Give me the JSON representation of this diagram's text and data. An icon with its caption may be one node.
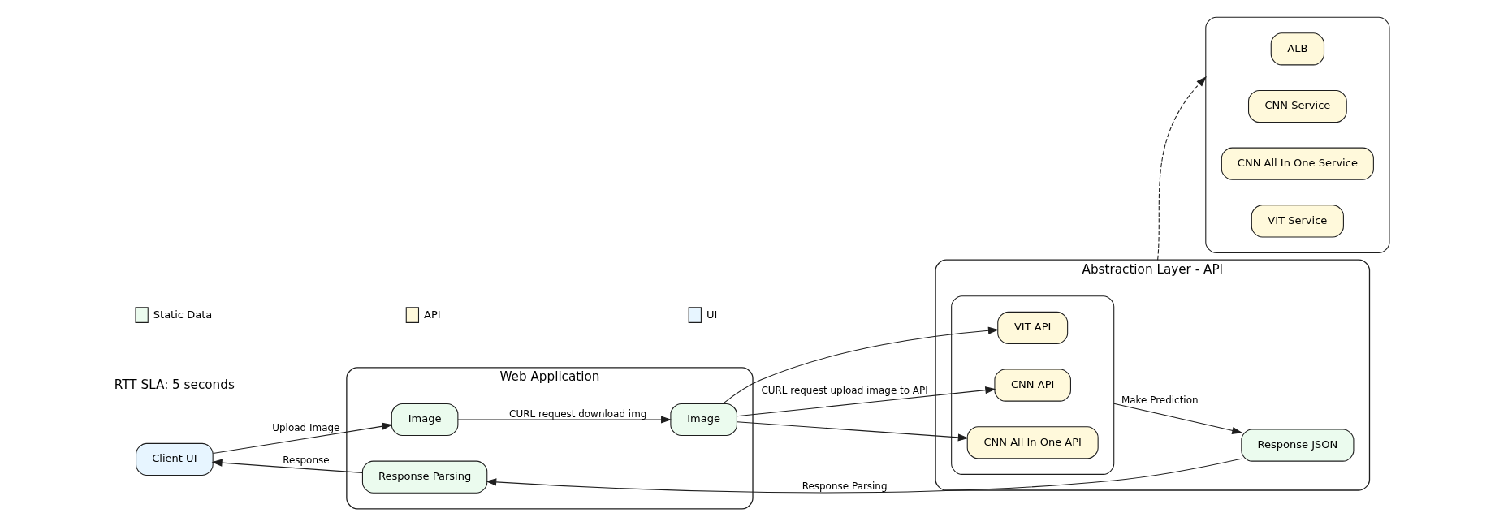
{
  "diagram": {
    "nodes": [
      {
        "text": [
          "Client UI"
        ]
      },
      {
        "text": [
          "Web Application"
        ]
      },
      {
        "text": [
          "Image"
        ],
        "in": 1
      },
      {
        "text": [
          "Image"
        ],
        "in": 1
      },
      {
        "text": [
          "Response Parsing"
        ],
        "in": 1
      },
      {
        "text": [
          "Abstraction Layer - API"
        ]
      },
      {
        "text": [],
        "shape": "box",
        "in": 5
      },
      {
        "text": [
          "CNN API"
        ],
        "in": 6
      },
      {
        "text": [
          "CNN All In One API"
        ],
        "in": 6
      },
      {
        "text": [
          "VIT API"
        ],
        "in": 6
      },
      {
        "text": [
          "Response JSON"
        ],
        "in": 5
      },
      {
        "text": [],
        "shape": "box"
      },
      {
        "text": [
          "ALB"
        ],
        "in": 11
      },
      {
        "text": [
          "CNN Service"
        ],
        "in": 11
      },
      {
        "text": [
          "CNN All In One Service"
        ],
        "in": 11
      },
      {
        "text": [
          "VIT Service"
        ],
        "in": 11
      }
    ],
    "edges": [
      {
        "from": 0,
        "to": 2,
        "arrow": "to",
        "label": "Upload Image"
      },
      {
        "from": 2,
        "to": 3,
        "arrow": "to",
        "label": "CURL request download img"
      },
      {
        "from": 3,
        "to": 7,
        "arrow": "to",
        "label": "CURL request upload image to API"
      },
      {
        "from": 3,
        "to": 8,
        "arrow": "to"
      },
      {
        "from": 3,
        "to": 9,
        "arrow": "to"
      },
      {
        "from": 6,
        "to": 10,
        "arrow": "to",
        "label": "Make Prediction"
      },
      {
        "from": 5,
        "to": 11,
        "arrow": "to",
        "style": "dashed"
      },
      {
        "from": 10,
        "to": 4,
        "arrow": "to",
        "label": "Response Parsing"
      },
      {
        "from": 4,
        "to": 0,
        "arrow": "to",
        "label": "Response"
      }
    ],
    "labels": [
      "RTT SLA: 5 seconds"
    ],
    "legend": [
      {
        "text": "Static Data",
        "color": "#ebfbee"
      },
      {
        "text": "API",
        "color": "#fff9db"
      },
      {
        "text": "UI",
        "color": "#e7f5ff"
      }
    ]
  }
}
